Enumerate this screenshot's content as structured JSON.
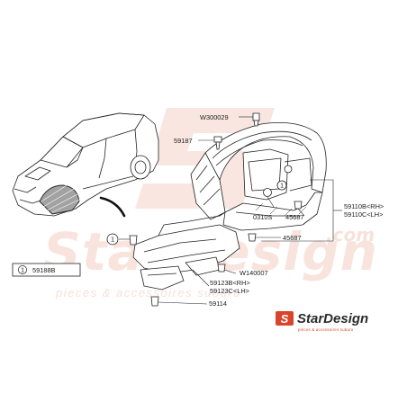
{
  "watermark": {
    "brand": "StarDesign",
    "domain": ".com",
    "tagline": "pieces & accessoires subaru",
    "color": "#f3c9bd"
  },
  "logo": {
    "mark": "S",
    "name": "StarDesign",
    "tagline": "pièces & accessoires subaru",
    "accent": "#d8452b",
    "dark": "#2b2b2b"
  },
  "legend": {
    "marker": "1",
    "code": "59188B"
  },
  "part_labels": {
    "w300029": "W300029",
    "p59187": "59187",
    "p0310s": "0310S",
    "p45687_right": "45687",
    "p45687_lower": "45687",
    "w140007": "W140007",
    "p59123b": "59123B<RH>",
    "p59123c": "59123C<LH>",
    "p59114": "59114",
    "p59110b": "59110B<RH>",
    "p59110c": "59110C<LH>"
  },
  "callout_marker": "1",
  "colors": {
    "line": "#222222",
    "accent_line": "#111111"
  }
}
